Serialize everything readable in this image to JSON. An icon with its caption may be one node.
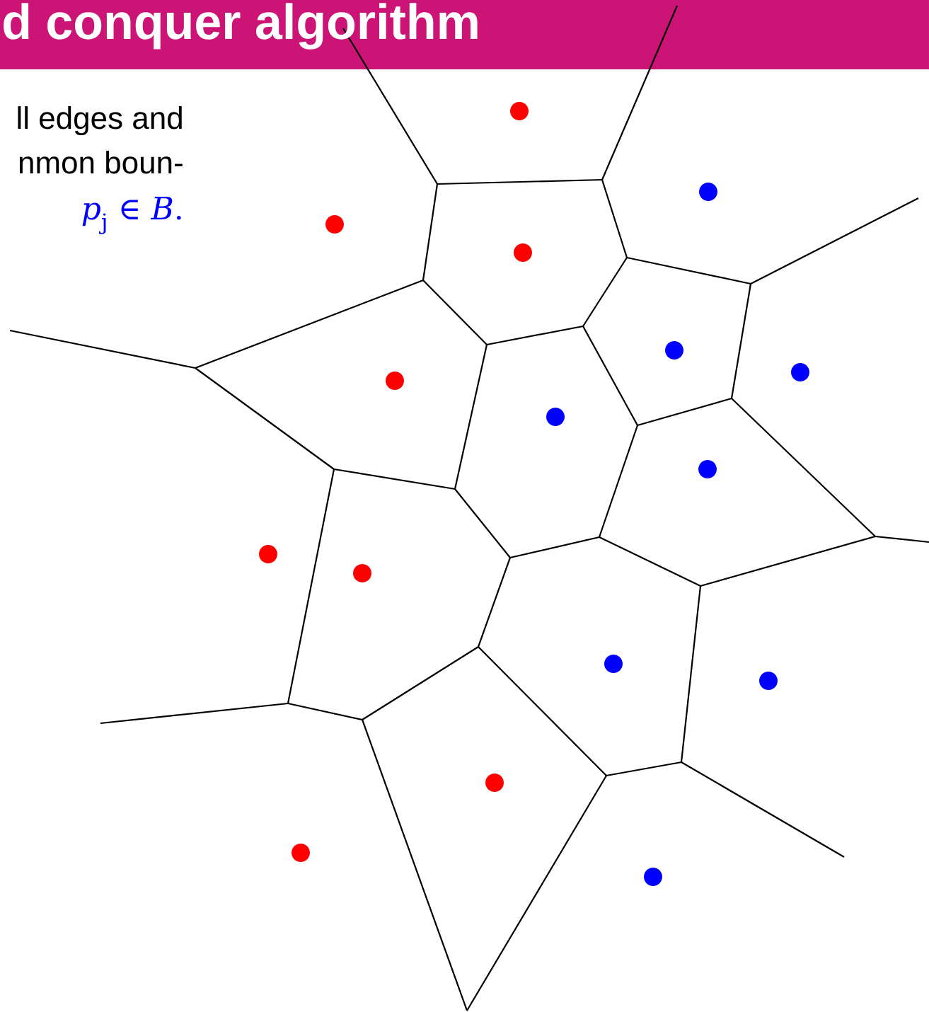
{
  "diagram": {
    "title": "d conquer algorithm",
    "labels": [
      "ll edges and",
      "nmon boun-",
      "*p*$_{j}$ ∈ *B*."
    ]
  }
}
